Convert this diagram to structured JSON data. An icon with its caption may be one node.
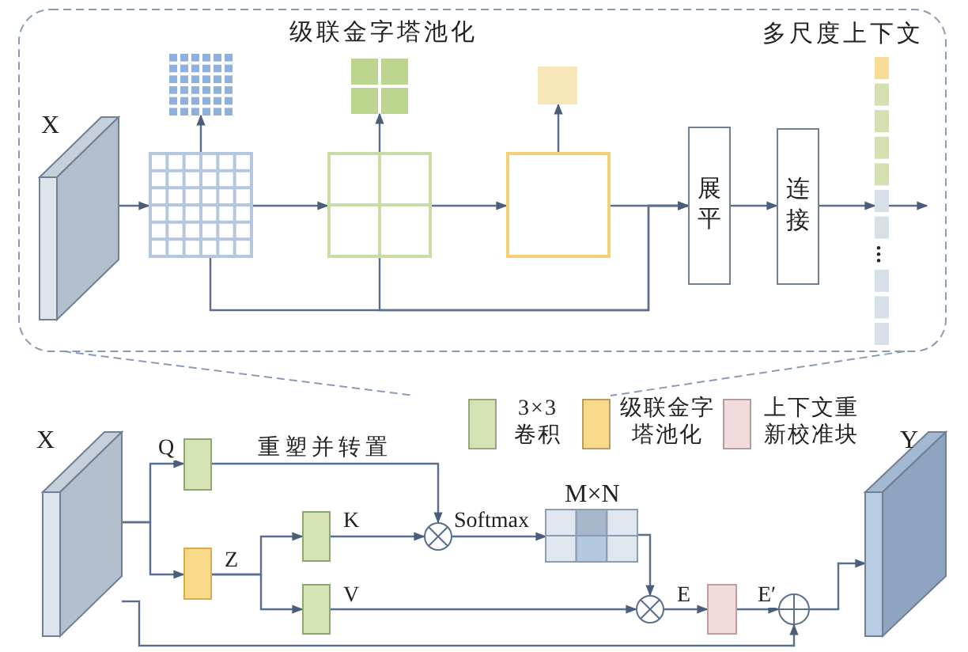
{
  "diagram": {
    "nodes": [
      {
        "text": [],
        "shape": "box",
        "beside": [
          "X"
        ]
      },
      {
        "text": [],
        "shape": "box"
      },
      {
        "text": [],
        "shape": "box"
      },
      {
        "text": [],
        "shape": "box"
      },
      {
        "text": [],
        "shape": "box"
      },
      {
        "text": [],
        "shape": "box"
      },
      {
        "text": [],
        "shape": "box"
      },
      {
        "text": [
          "展平"
        ]
      },
      {
        "text": [
          "连接"
        ]
      },
      {
        "text": [],
        "shape": "bar",
        "beside": [
          "多尺度上下文"
        ]
      },
      {
        "text": [],
        "shape": "box",
        "beside": [
          "X"
        ]
      },
      {
        "text": [],
        "shape": "box"
      },
      {
        "text": [],
        "shape": "box"
      },
      {
        "text": [],
        "shape": "box"
      },
      {
        "text": [],
        "shape": "box"
      },
      {
        "text": [],
        "shape": "circle"
      },
      {
        "text": [],
        "shape": "box",
        "beside": [
          "M×N"
        ]
      },
      {
        "text": [],
        "shape": "circle"
      },
      {
        "text": [],
        "shape": "box"
      },
      {
        "text": [],
        "shape": "circle"
      },
      {
        "text": [],
        "shape": "box",
        "beside": [
          "Y"
        ]
      }
    ],
    "edges": [
      {
        "from": 0,
        "to": 1,
        "arrow": "to"
      },
      {
        "from": 1,
        "to": 2,
        "arrow": "to"
      },
      {
        "from": 2,
        "to": 3,
        "arrow": "to"
      },
      {
        "from": 3,
        "to": 7,
        "arrow": "to"
      },
      {
        "from": 1,
        "to": 7,
        "arrow": "to"
      },
      {
        "from": 2,
        "to": 7,
        "arrow": "to"
      },
      {
        "from": 1,
        "to": 4,
        "arrow": "to"
      },
      {
        "from": 2,
        "to": 5,
        "arrow": "to"
      },
      {
        "from": 3,
        "to": 6,
        "arrow": "to"
      },
      {
        "from": 7,
        "to": 8,
        "arrow": "to"
      },
      {
        "from": 8,
        "to": 9,
        "arrow": "to"
      },
      {
        "from": 9,
        "to": null,
        "arrow": "to"
      },
      {
        "from": 10,
        "to": 11,
        "arrow": "to",
        "label": "Q"
      },
      {
        "from": 10,
        "to": 12,
        "arrow": "to"
      },
      {
        "from": 12,
        "to": 13,
        "arrow": "to",
        "label": "Z"
      },
      {
        "from": 12,
        "to": 14,
        "arrow": "to"
      },
      {
        "from": 11,
        "to": 15,
        "arrow": "to",
        "label": "重塑并转置"
      },
      {
        "from": 13,
        "to": 15,
        "arrow": "to",
        "label": "K"
      },
      {
        "from": 15,
        "to": 16,
        "arrow": "to",
        "label": "Softmax"
      },
      {
        "from": 16,
        "to": 17,
        "arrow": "to"
      },
      {
        "from": 14,
        "to": 17,
        "arrow": "to",
        "label": "V"
      },
      {
        "from": 17,
        "to": 18,
        "arrow": "to",
        "label": "E"
      },
      {
        "from": 18,
        "to": 19,
        "arrow": "to",
        "label": "E′"
      },
      {
        "from": 10,
        "to": 19,
        "arrow": "to"
      },
      {
        "from": 19,
        "to": 20,
        "arrow": "to"
      }
    ],
    "labels": [
      "级联金字塔池化"
    ],
    "legend": [
      {
        "text": "3×3 卷积",
        "color": "#d5e3b5"
      },
      {
        "text": "级联金字塔池化",
        "color": "#f9d98a"
      },
      {
        "text": "上下文重新校准块",
        "color": "#f3dadd"
      }
    ]
  }
}
